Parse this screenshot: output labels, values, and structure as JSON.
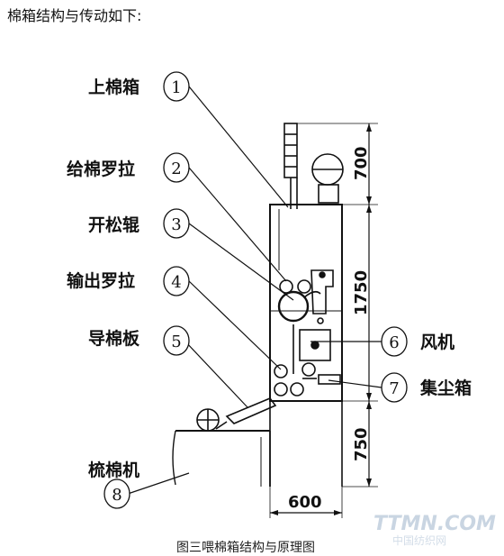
{
  "intro": "棉箱结构与传动如下:",
  "caption": "图三喂棉箱结构与原理图",
  "labels": {
    "upper_box": "上棉箱",
    "feed_roller": "给棉罗拉",
    "opening_roller": "开松辊",
    "output_roller": "输出罗拉",
    "guide_plate": "导棉板",
    "fan": "风机",
    "dust_box": "集尘箱",
    "carding_machine": "梳棉机"
  },
  "callouts": [
    "1",
    "2",
    "3",
    "4",
    "5",
    "6",
    "7",
    "8"
  ],
  "dimensions": {
    "top": "700",
    "middle": "1750",
    "bottom": "750",
    "width": "600"
  },
  "watermark": {
    "brand": "TTMN.COM",
    "sub": "中国纺织网"
  }
}
